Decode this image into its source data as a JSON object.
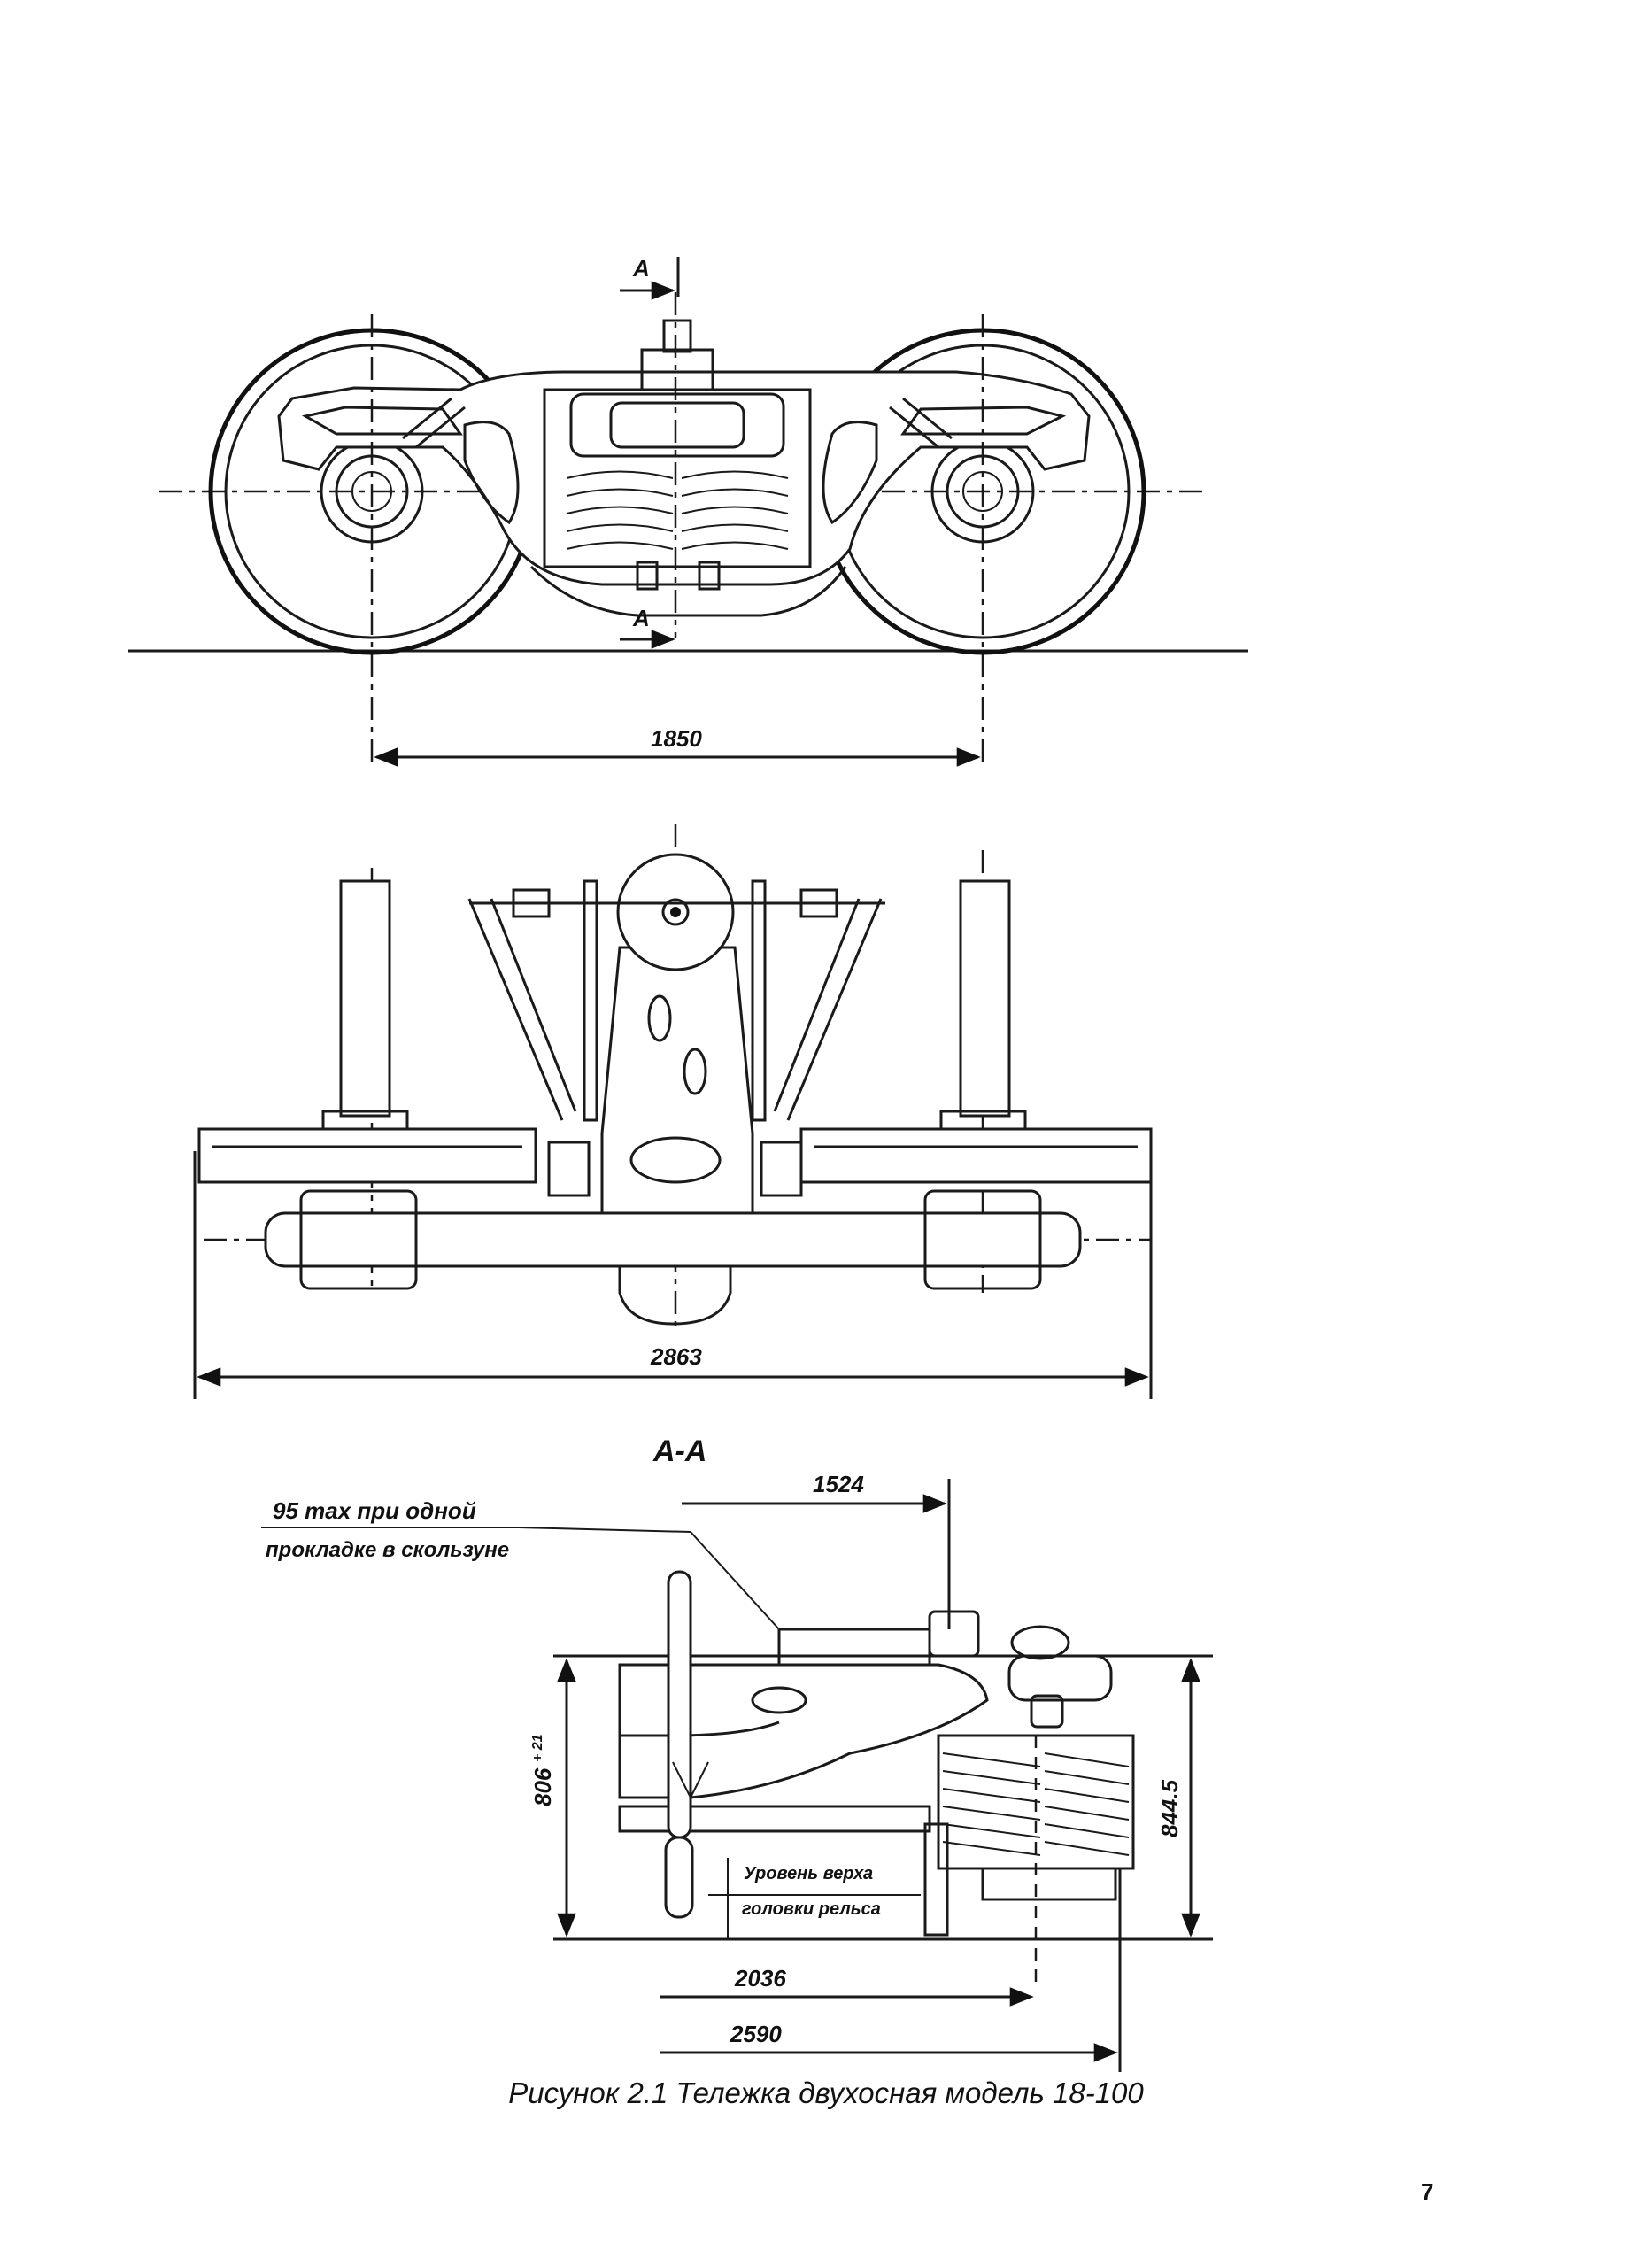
{
  "figure": {
    "caption": "Рисунок 2.1 Тележка двухосная модель 18-100",
    "page_number": "7"
  },
  "side_view": {
    "section_mark_top": "А",
    "section_mark_bottom": "А",
    "dim_wheelbase": "1850"
  },
  "plan_view": {
    "dim_width": "2863"
  },
  "section_view": {
    "title": "А-А",
    "dim_1524": "1524",
    "note_line1": "95 max при одной",
    "note_line2": "прокладке в скользуне",
    "dim_height_left": "806",
    "dim_height_left_tol": "+ 21",
    "dim_height_right": "844.5",
    "rail_note_line1": "Уровень верха",
    "rail_note_line2": "головки рельса",
    "dim_2036": "2036",
    "dim_2590": "2590"
  }
}
